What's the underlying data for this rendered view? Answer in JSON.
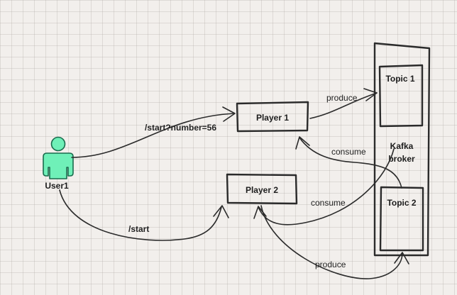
{
  "colors": {
    "background": "#f2efec",
    "stroke": "#2b2b2b",
    "user_fill": "#6ff0b8",
    "user_stroke": "#1a6b4d"
  },
  "actor": {
    "label": "User1",
    "icon": "person-icon"
  },
  "nodes": {
    "player1": "Player 1",
    "player2": "Player 2",
    "broker": "Kafka broker",
    "broker_line1": "Kafka",
    "broker_line2": "broker",
    "topic1": "Topic 1",
    "topic2": "Topic 2"
  },
  "edges": {
    "start_number": "/start?number=56",
    "start": "/start",
    "produce_p1": "produce",
    "consume_p1": "consume",
    "consume_p2": "consume",
    "produce_p2": "produce"
  }
}
